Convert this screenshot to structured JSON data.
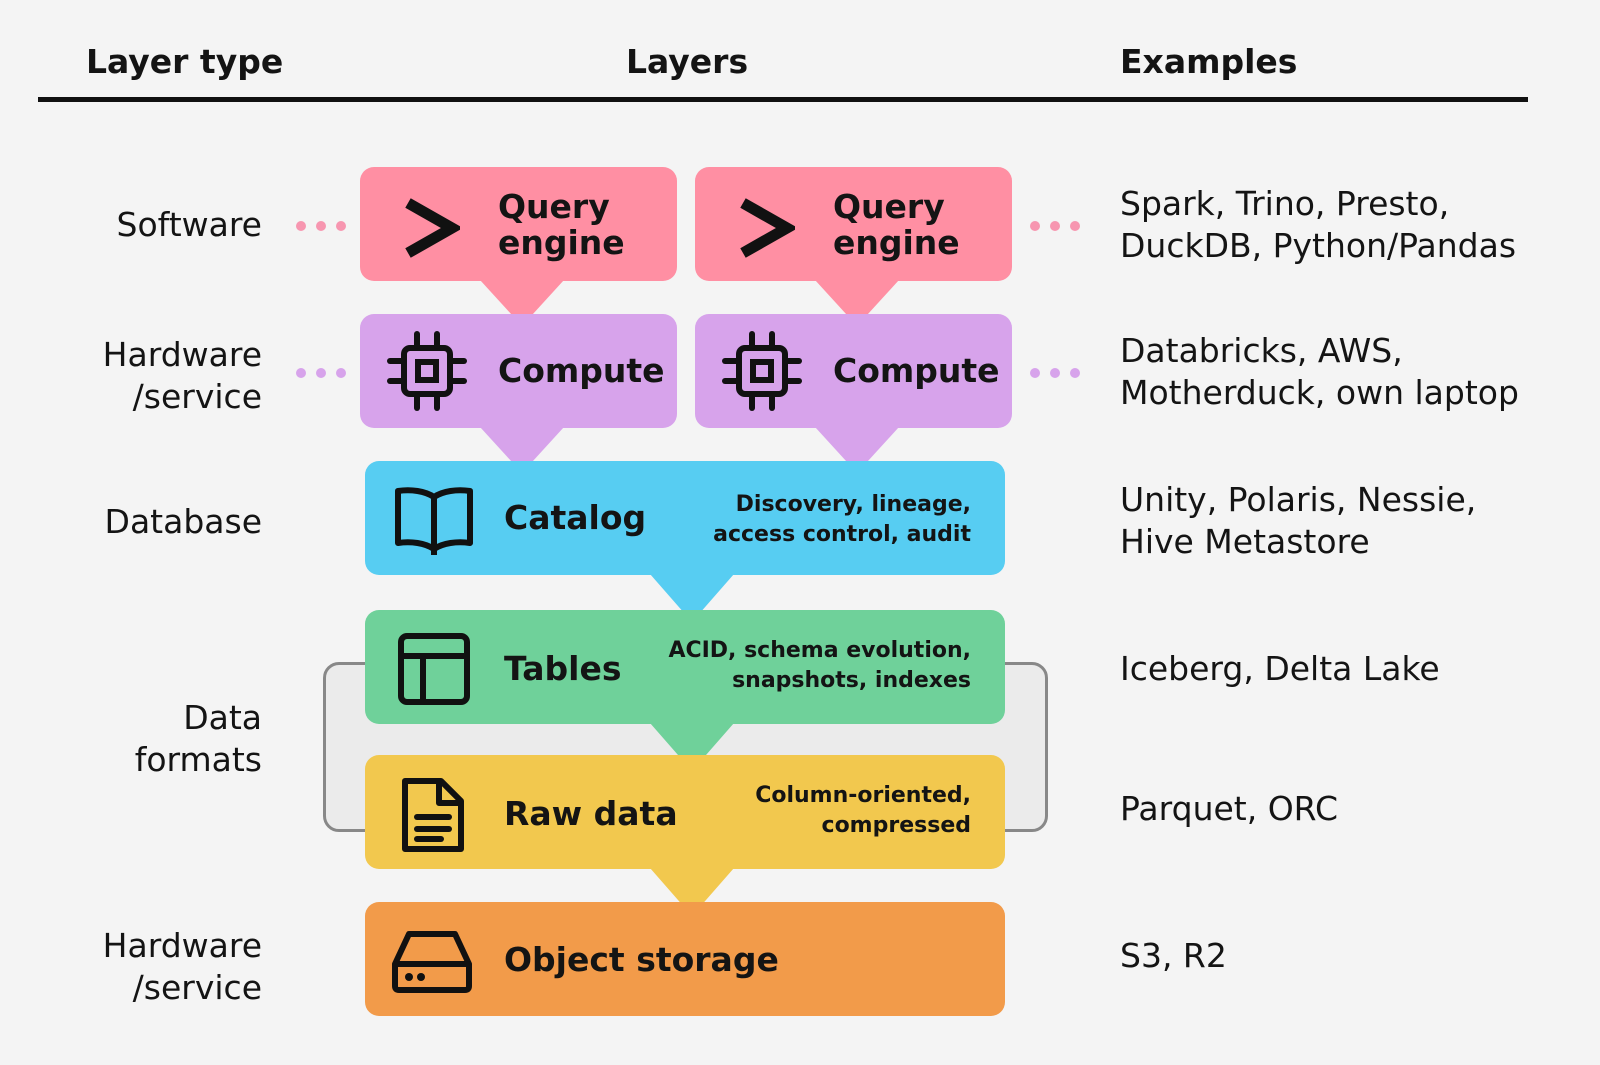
{
  "header": {
    "layer_type": "Layer type",
    "layers": "Layers",
    "examples": "Examples"
  },
  "rows": {
    "software": {
      "label": "Software",
      "box_left": {
        "title": "Query\nengine",
        "icon": "chevron-right-icon"
      },
      "box_right": {
        "title": "Query\nengine",
        "icon": "chevron-right-icon"
      },
      "examples": "Spark, Trino, Presto,\nDuckDB, Python/Pandas",
      "color": "#ff8fa3"
    },
    "compute": {
      "label": "Hardware\n/service",
      "box_left": {
        "title": "Compute",
        "icon": "chip-icon"
      },
      "box_right": {
        "title": "Compute",
        "icon": "chip-icon"
      },
      "examples": "Databricks, AWS,\nMotherduck, own laptop",
      "color": "#d7a3eb"
    },
    "catalog": {
      "label": "Database",
      "title": "Catalog",
      "icon": "book-icon",
      "note": "Discovery, lineage,\naccess control, audit",
      "examples": "Unity, Polaris, Nessie,\nHive Metastore",
      "color": "#57cdf2"
    },
    "data_formats": {
      "label": "Data\nformats"
    },
    "tables": {
      "title": "Tables",
      "icon": "table-icon",
      "note": "ACID, schema evolution,\nsnapshots, indexes",
      "examples": "Iceberg, Delta Lake",
      "color": "#6fd19a"
    },
    "raw_data": {
      "title": "Raw data",
      "icon": "document-icon",
      "note": "Column-oriented,\ncompressed",
      "examples": "Parquet, ORC",
      "color": "#f2c84e"
    },
    "object_storage": {
      "label": "Hardware\n/service",
      "title": "Object storage",
      "icon": "drive-icon",
      "examples": "S3, R2",
      "color": "#f29b4a"
    }
  },
  "dot_colors": {
    "software": "#f796b0",
    "compute": "#d7a3eb"
  }
}
